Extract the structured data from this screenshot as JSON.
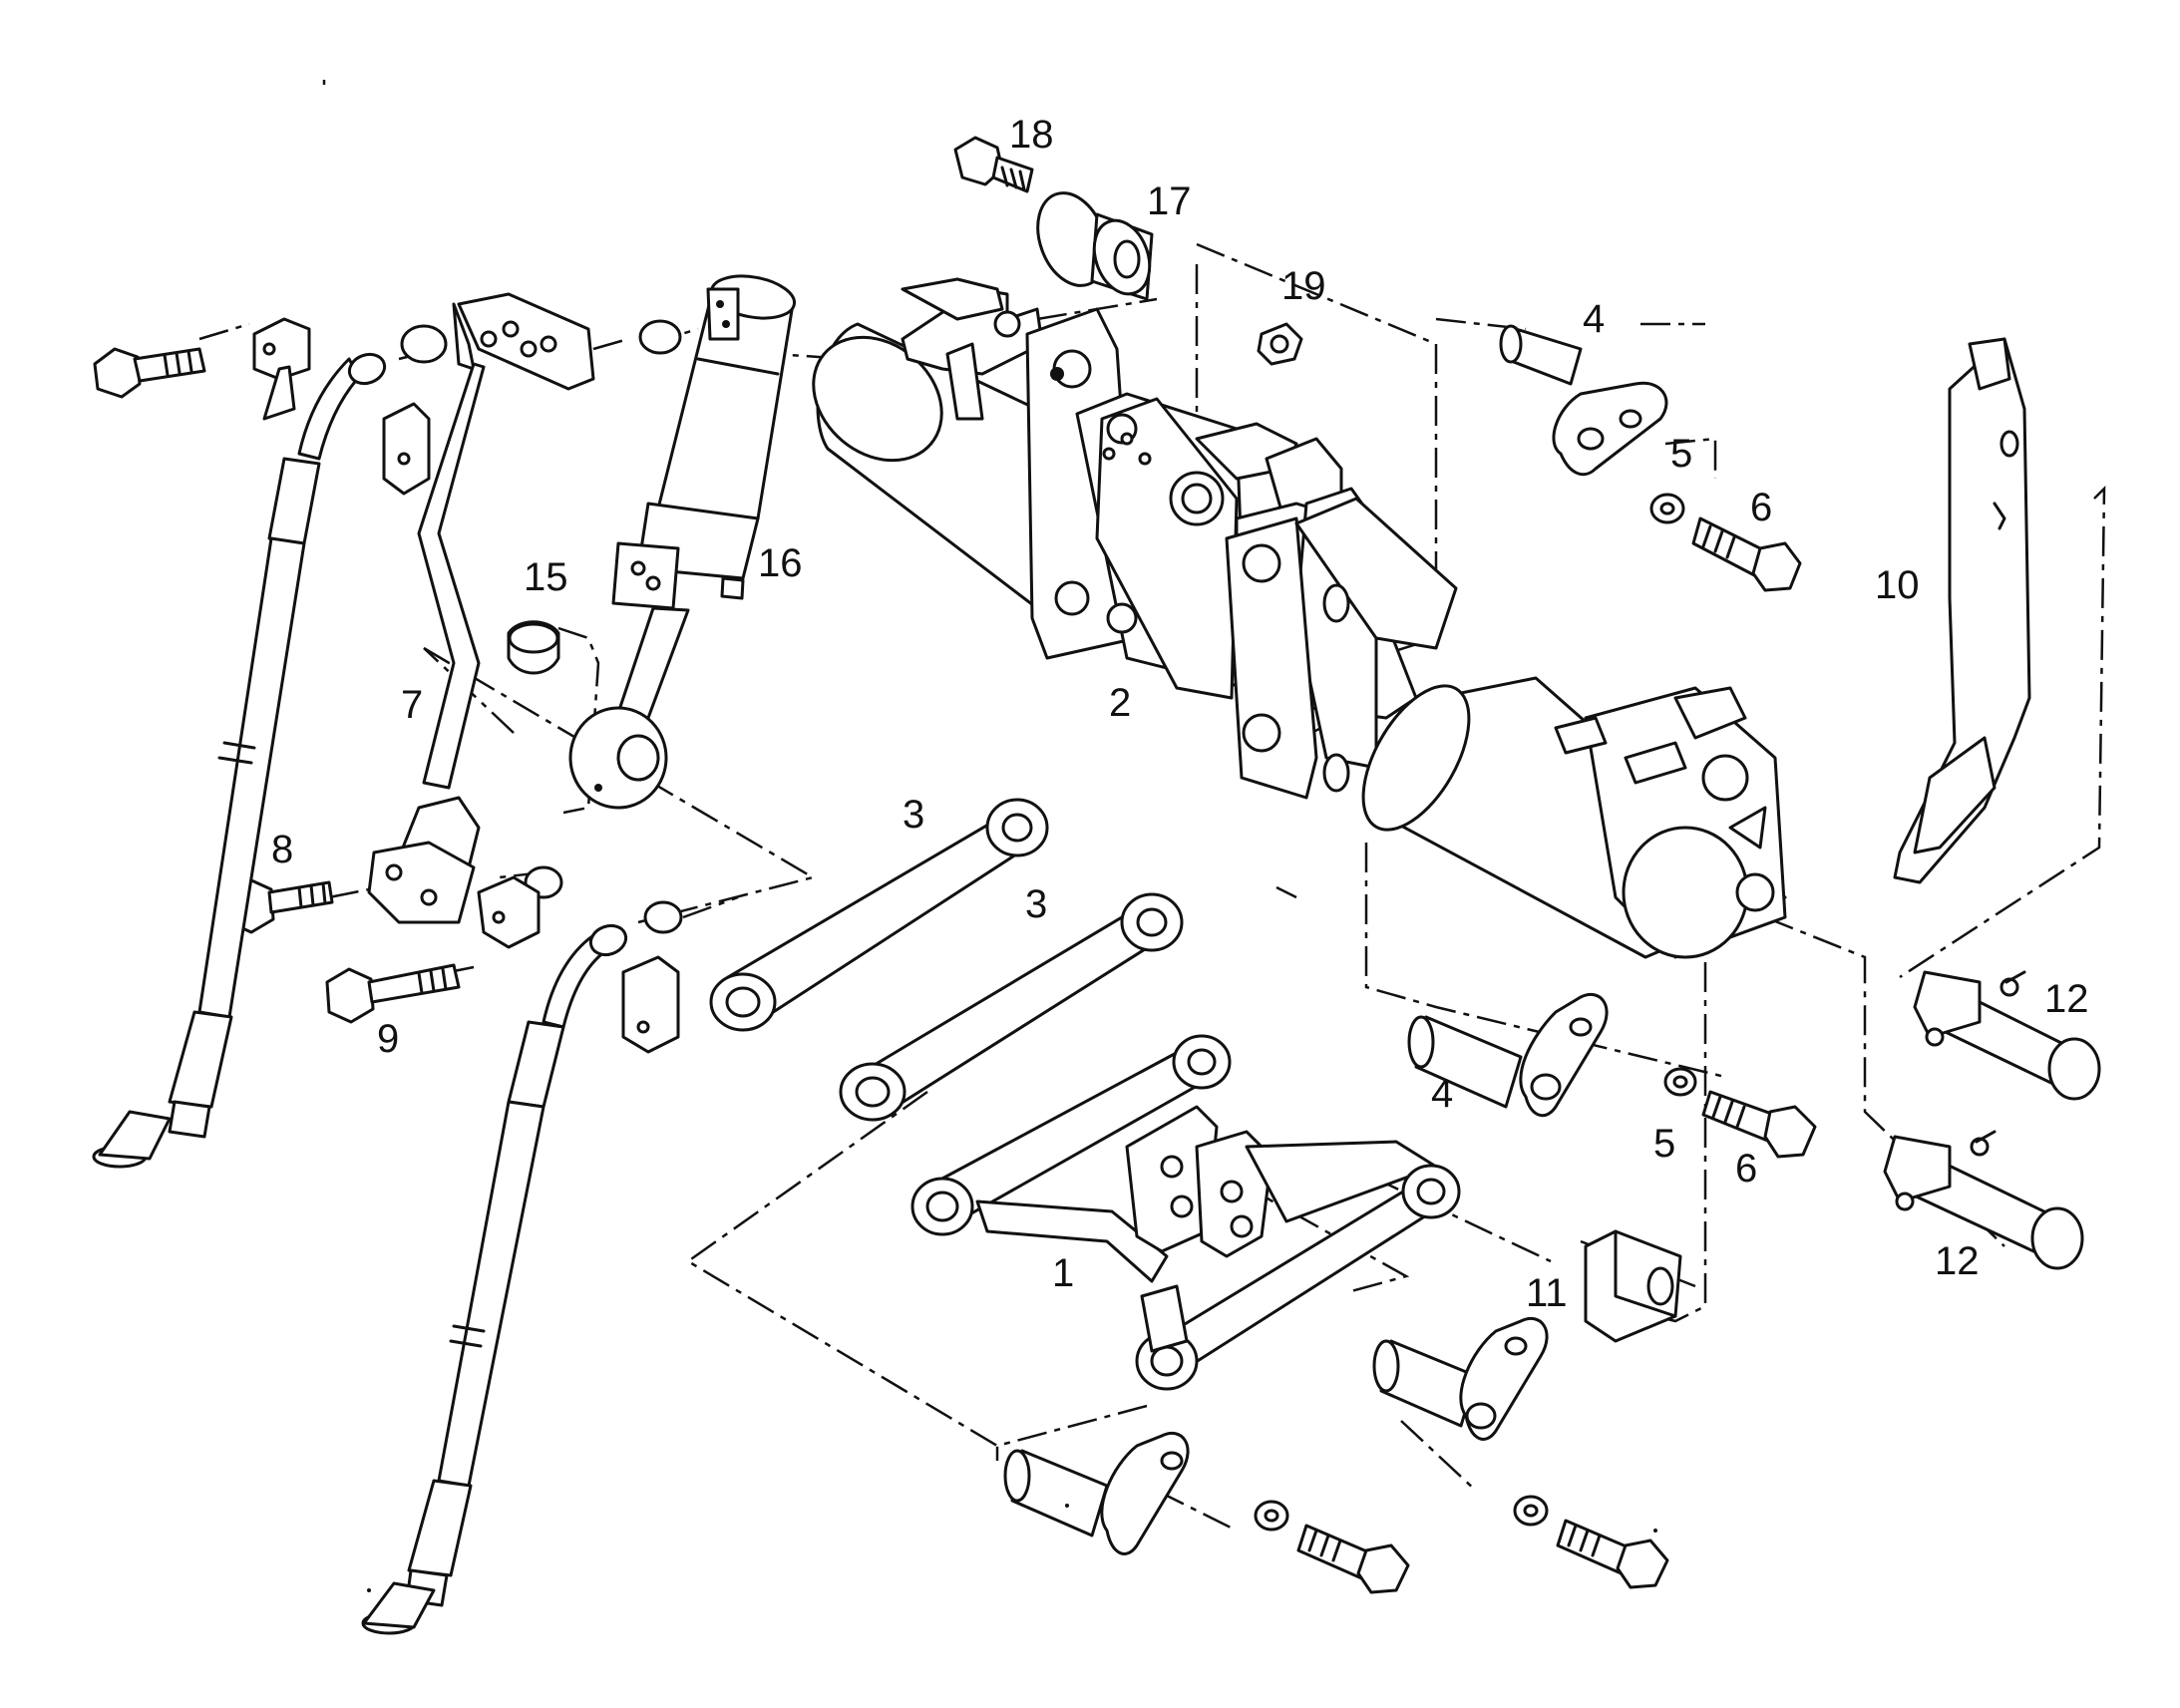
{
  "callouts": [
    {
      "id": "c18",
      "text": "18"
    },
    {
      "id": "c17",
      "text": "17"
    },
    {
      "id": "c19",
      "text": "19"
    },
    {
      "id": "c4a",
      "text": "4"
    },
    {
      "id": "c5a",
      "text": "5"
    },
    {
      "id": "c6a",
      "text": "6"
    },
    {
      "id": "c10",
      "text": "10"
    },
    {
      "id": "c15",
      "text": "15"
    },
    {
      "id": "c16",
      "text": "16"
    },
    {
      "id": "c7",
      "text": "7"
    },
    {
      "id": "c2",
      "text": "2"
    },
    {
      "id": "c3a",
      "text": "3"
    },
    {
      "id": "c3b",
      "text": "3"
    },
    {
      "id": "c8",
      "text": "8"
    },
    {
      "id": "c9",
      "text": "9"
    },
    {
      "id": "c12a",
      "text": "12"
    },
    {
      "id": "c4b",
      "text": "4"
    },
    {
      "id": "c5b",
      "text": "5"
    },
    {
      "id": "c6b",
      "text": "6"
    },
    {
      "id": "c12b",
      "text": "12"
    },
    {
      "id": "c1",
      "text": "1"
    },
    {
      "id": "c11",
      "text": "11"
    }
  ]
}
